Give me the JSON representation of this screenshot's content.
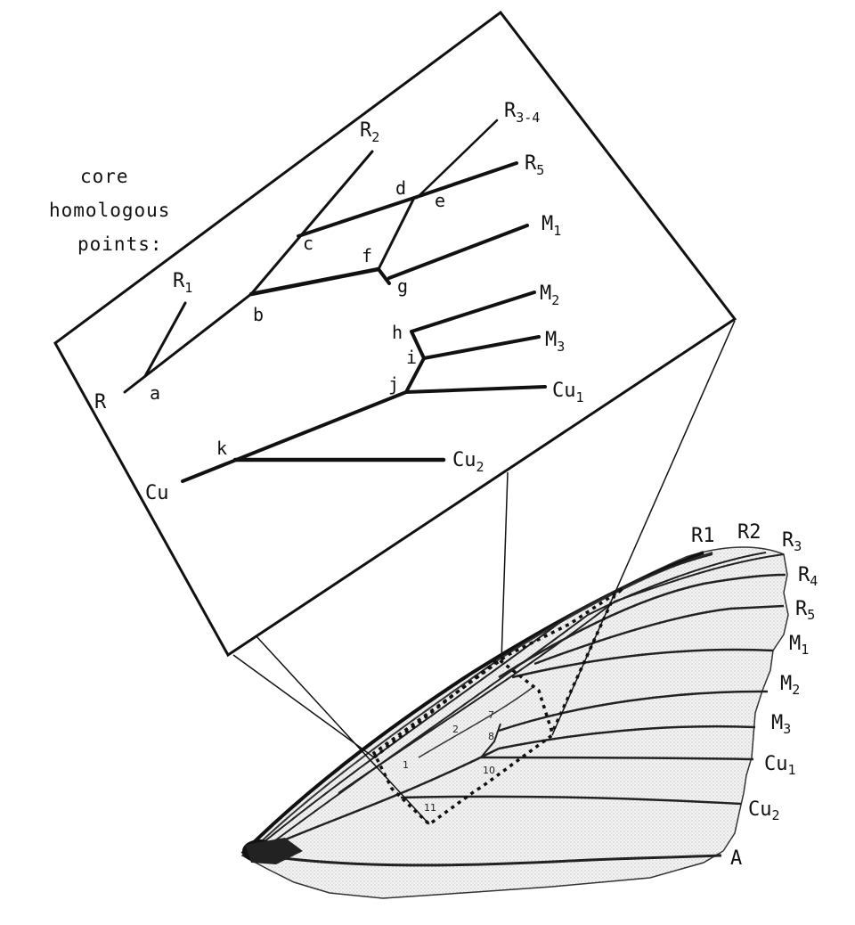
{
  "caption": {
    "line1": "core",
    "line2": "homologous",
    "line3": "points:"
  },
  "inset": {
    "veins": {
      "R": "R",
      "R1": "R",
      "R1_sub": "1",
      "R2": "R",
      "R2_sub": "2",
      "R34": "R",
      "R34_sub": "3-4",
      "R5": "R",
      "R5_sub": "5",
      "M1": "M",
      "M1_sub": "1",
      "M2": "M",
      "M2_sub": "2",
      "M3": "M",
      "M3_sub": "3",
      "Cu": "Cu",
      "Cu1": "Cu",
      "Cu1_sub": "1",
      "Cu2": "Cu",
      "Cu2_sub": "2"
    },
    "points": [
      "a",
      "b",
      "c",
      "d",
      "e",
      "f",
      "g",
      "h",
      "i",
      "j",
      "k"
    ]
  },
  "wing": {
    "veins": {
      "R1": "R1",
      "R2": "R2",
      "R3": "R",
      "R3_sub": "3",
      "R4": "R",
      "R4_sub": "4",
      "R5": "R",
      "R5_sub": "5",
      "M1": "M",
      "M1_sub": "1",
      "M2": "M",
      "M2_sub": "2",
      "M3": "M",
      "M3_sub": "3",
      "Cu1": "Cu",
      "Cu1_sub": "1",
      "Cu2": "Cu",
      "Cu2_sub": "2",
      "A": "A"
    },
    "cells": [
      "1",
      "2",
      "7",
      "8",
      "10",
      "11"
    ]
  },
  "colors": {
    "ink": "#111111",
    "wing_fill": "#f1f1f1"
  }
}
